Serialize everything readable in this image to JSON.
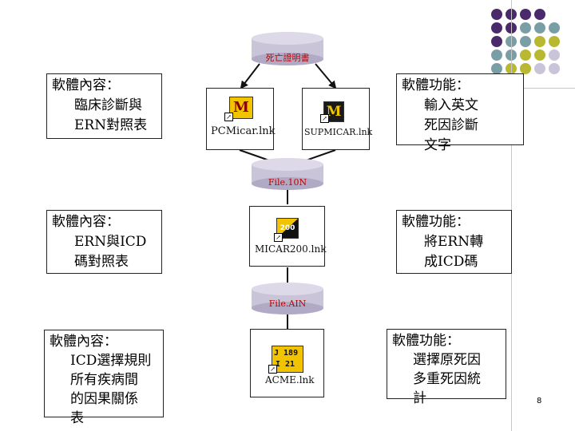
{
  "top_cylinder": {
    "label": "死亡證明書"
  },
  "cylinder_2": {
    "label": "File.10N"
  },
  "cylinder_3": {
    "label": "File.AIN"
  },
  "left_1": {
    "line1": "軟體內容：",
    "line2": "臨床診斷與",
    "line3": "ERN對照表"
  },
  "right_1": {
    "line1": "軟體功能：",
    "line2": "輸入英文",
    "line3": "死因診斷",
    "line4": "文字"
  },
  "left_2": {
    "line1": "軟體內容：",
    "line2": "ERN與ICD",
    "line3": "碼對照表"
  },
  "right_2": {
    "line1": "軟體功能：",
    "line2": "將ERN轉",
    "line3": "成ICD碼"
  },
  "left_3": {
    "line1": "軟體內容：",
    "line2": "ICD選擇規則",
    "line3": "所有疾病間",
    "line4": "的因果關係",
    "line5": "表"
  },
  "right_3": {
    "line1": "軟體功能：",
    "line2": "選擇原死因",
    "line3": "多重死因統",
    "line4": "計"
  },
  "icons": {
    "pcmicar": {
      "label": "PCMicar.lnk",
      "glyph": "M"
    },
    "supmicar": {
      "label": "SUPMICAR.lnk",
      "glyph": "M"
    },
    "micar200": {
      "label": "MICAR200.lnk",
      "glyph": "200"
    },
    "acme": {
      "label": "ACME.lnk",
      "glyph1": "J 189",
      "glyph2": "I 21"
    }
  },
  "page_number": "8",
  "colors": {
    "purple": "#4b2a6b",
    "teal": "#7a9ea6",
    "olive": "#b8b832",
    "lavender": "#c9c4d8",
    "cylinder_red": "#c00000"
  }
}
